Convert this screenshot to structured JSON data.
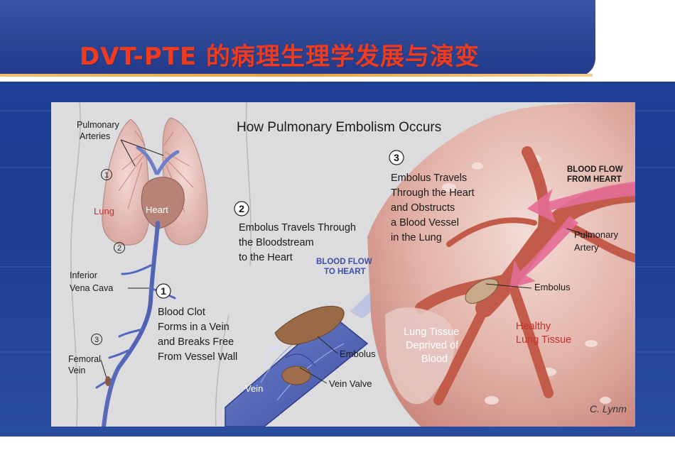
{
  "slide": {
    "title": "DVT-PTE 的病理生理学发展与演变"
  },
  "illustration": {
    "heading": "How Pulmonary Embolism Occurs",
    "labels": {
      "pulmonary_arteries_1": "Pulmonary",
      "pulmonary_arteries_2": "Arteries",
      "lung": "Lung",
      "heart": "Heart",
      "inferior_vena_cava_1": "Inferior",
      "inferior_vena_cava_2": "Vena Cava",
      "femoral_vein_1": "Femoral",
      "femoral_vein_2": "Vein",
      "blood_flow_heart_1": "BLOOD FLOW",
      "blood_flow_heart_2": "TO HEART",
      "embolus_vein": "Embolus",
      "vein_valve": "Vein Valve",
      "vein": "Vein",
      "blood_flow_from_1": "BLOOD FLOW",
      "blood_flow_from_2": "FROM HEART",
      "pulmonary_artery_1": "Pulmonary",
      "pulmonary_artery_2": "Artery",
      "embolus_lung": "Embolus",
      "healthy_1": "Healthy",
      "healthy_2": "Lung Tissue",
      "deprived_1": "Lung Tissue",
      "deprived_2": "Deprived of",
      "deprived_3": "Blood",
      "signature": "C. Lynm"
    },
    "steps": [
      {
        "number": "1",
        "lines": [
          "Blood Clot",
          "Forms in a Vein",
          "and Breaks Free",
          "From Vessel Wall"
        ]
      },
      {
        "number": "2",
        "lines": [
          "Embolus Travels Through",
          "the Bloodstream",
          "to the Heart"
        ]
      },
      {
        "number": "3",
        "lines": [
          "Embolus Travels",
          "Through the Heart",
          "and Obstructs",
          "a Blood Vessel",
          "in the Lung"
        ]
      }
    ],
    "small_markers": [
      "3",
      "2",
      "1"
    ],
    "colors": {
      "title_red": "#f23a1c",
      "header_blue": "#2b4593",
      "panel_gray": "#dcdcdf",
      "vein_blue": "#4a5fb8",
      "lung_pink": "#e8c2be",
      "artery_red": "#c25b4a",
      "embolus_brown": "#9a6a46",
      "label_red": "#c0332a"
    }
  }
}
